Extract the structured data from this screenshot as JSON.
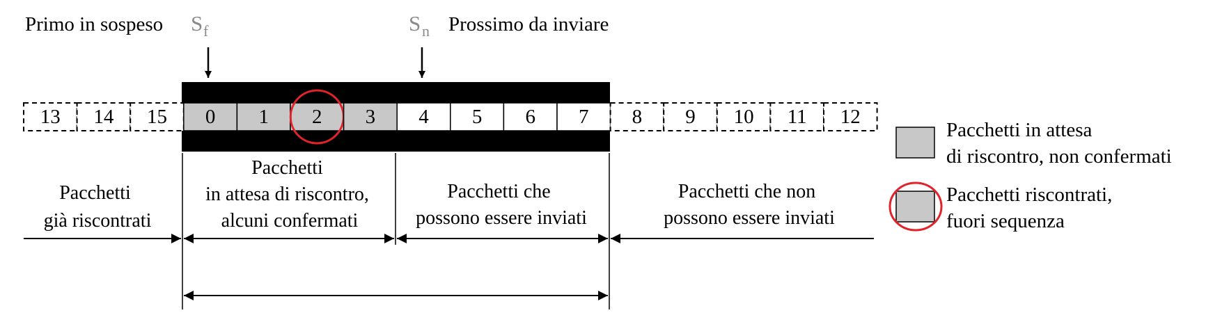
{
  "pointers": {
    "first": {
      "label": "Primo in sospeso",
      "symbol": "S",
      "subscript": "f"
    },
    "next": {
      "symbol": "S",
      "subscript": "n",
      "label": "Prossimo da inviare"
    }
  },
  "packets": [
    {
      "num": "13",
      "state": "outside"
    },
    {
      "num": "14",
      "state": "outside"
    },
    {
      "num": "15",
      "state": "outside"
    },
    {
      "num": "0",
      "state": "pending"
    },
    {
      "num": "1",
      "state": "pending"
    },
    {
      "num": "2",
      "state": "acked-out-of-order"
    },
    {
      "num": "3",
      "state": "pending"
    },
    {
      "num": "4",
      "state": "sendable"
    },
    {
      "num": "5",
      "state": "sendable"
    },
    {
      "num": "6",
      "state": "sendable"
    },
    {
      "num": "7",
      "state": "sendable"
    },
    {
      "num": "8",
      "state": "outside"
    },
    {
      "num": "9",
      "state": "outside"
    },
    {
      "num": "10",
      "state": "outside"
    },
    {
      "num": "11",
      "state": "outside"
    },
    {
      "num": "12",
      "state": "outside"
    }
  ],
  "regions": {
    "acked": [
      "Pacchetti",
      "già riscontrati"
    ],
    "pending": [
      "Pacchetti",
      "in attesa di riscontro,",
      "alcuni confermati"
    ],
    "sendable": [
      "Pacchetti che",
      "possono essere inviati"
    ],
    "unsendable": [
      "Pacchetti che non",
      "possono essere inviati"
    ]
  },
  "legend": {
    "pending": [
      "Pacchetti in attesa",
      "di riscontro, non confermati"
    ],
    "acked_out_of_order": [
      "Pacchetti riscontrati,",
      "fuori sequenza"
    ]
  },
  "colors": {
    "pending_fill": "#c8c8c8",
    "highlight": "#e2232a",
    "bar": "#000000",
    "pointer_symbol": "#8a8a8a"
  }
}
